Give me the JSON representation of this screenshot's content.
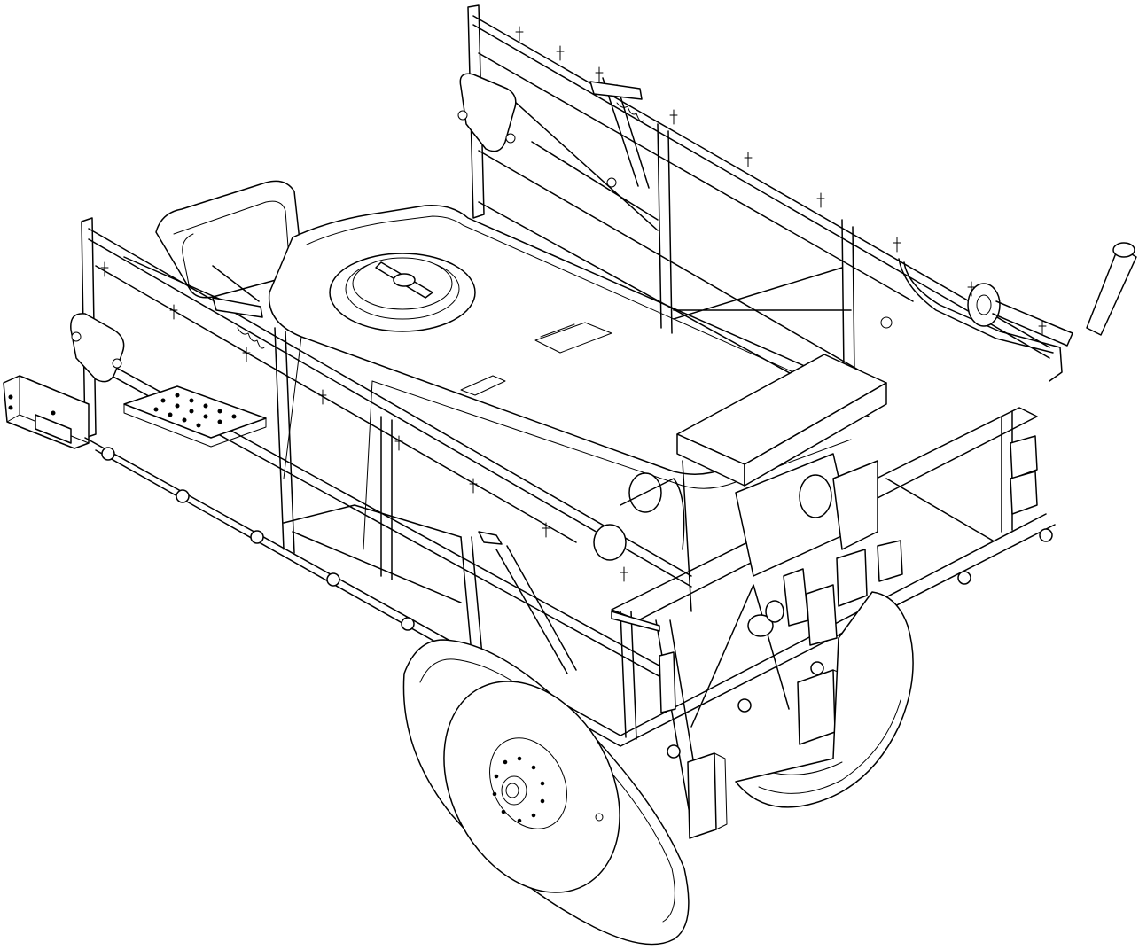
{
  "drawing": {
    "style": "line-art isometric technical illustration",
    "background_color": "#ffffff",
    "line_color": "#000000"
  },
  "parts": [
    "tank",
    "tank-lid",
    "chassis-frame",
    "left-boom",
    "rear-folded-boom",
    "spray-nozzles",
    "left-wheel",
    "right-wheel",
    "drawbar-hitch",
    "step-platform",
    "rear-control-panel",
    "hose-reel",
    "rinse-tank"
  ]
}
